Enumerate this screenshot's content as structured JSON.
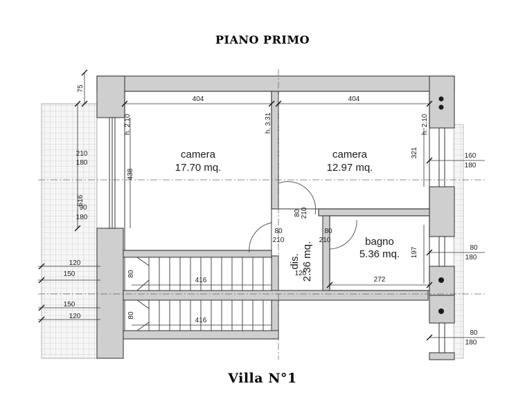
{
  "titles": {
    "floor": "PIANO PRIMO",
    "villa": "Villa N°1"
  },
  "rooms": [
    {
      "name": "camera",
      "area": "17.70 mq."
    },
    {
      "name": "camera",
      "area": "12.97 mq."
    },
    {
      "name": "bagno",
      "area": "5.36 mq."
    },
    {
      "name": "dis.",
      "area": "2.36 mq."
    }
  ],
  "dims": {
    "top_left_width": "404",
    "top_right_width": "404",
    "h_left": "h. 2.10",
    "h_mid": "h. 3.31",
    "h_right": "h. 2.10",
    "left_room_height": "438",
    "right_room_height": "321",
    "bath_height": "197",
    "bath_width": "272",
    "stair_1_length": "416",
    "stair_2_length": "416",
    "stair_1_width": "80",
    "stair_2_width": "80",
    "dis_width": "120",
    "top_margin": "75",
    "left_opening_total": "516",
    "left_win1_w": "210",
    "left_win1_h": "180",
    "left_win2_w": "90",
    "left_win2_h": "180",
    "left_lower_a": "120",
    "left_lower_b": "150",
    "left_lower_c": "150",
    "left_lower_d": "120",
    "right_win1_w": "160",
    "right_win1_h": "180",
    "right_win2_w": "80",
    "right_win2_h": "180",
    "right_win3_w": "80",
    "right_win3_h": "180",
    "door_dis_w": "80",
    "door_dis_h": "210",
    "door_cam_w": "80",
    "door_cam_h": "210",
    "door_left_w": "80",
    "door_left_h": "210",
    "door_bath_w": "80",
    "door_bath_h": "210"
  }
}
